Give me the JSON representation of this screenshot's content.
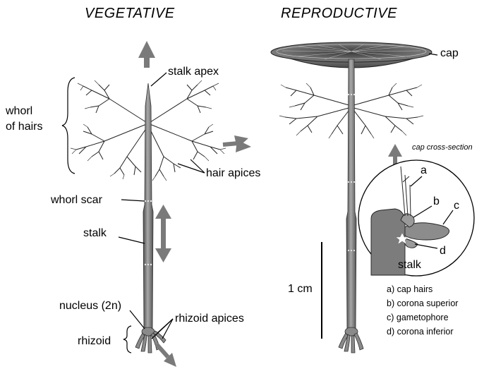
{
  "headings": {
    "vegetative": "VEGETATIVE",
    "reproductive": "REPRODUCTIVE"
  },
  "labels": {
    "stalk_apex": "stalk apex",
    "whorl_of_hairs_line1": "whorl",
    "whorl_of_hairs_line2": "of hairs",
    "hair_apices": "hair apices",
    "whorl_scar": "whorl scar",
    "stalk": "stalk",
    "nucleus": "nucleus (2n)",
    "rhizoid_apices": "rhizoid apices",
    "rhizoid": "rhizoid",
    "cap": "cap",
    "cap_cross_section": "cap cross-section",
    "scale_bar": "1 cm",
    "inset_stalk": "stalk"
  },
  "inset_letters": [
    "a",
    "b",
    "c",
    "d"
  ],
  "legend": [
    "a) cap hairs",
    "b) corona superior",
    "c) gametophore",
    "d) corona inferior"
  ],
  "colors": {
    "arrow": "#7a7a7a",
    "stalk_fill": "#8f8f8f",
    "stalk_dark": "#5a5a5a",
    "cap_fill": "#6e6e6e"
  }
}
